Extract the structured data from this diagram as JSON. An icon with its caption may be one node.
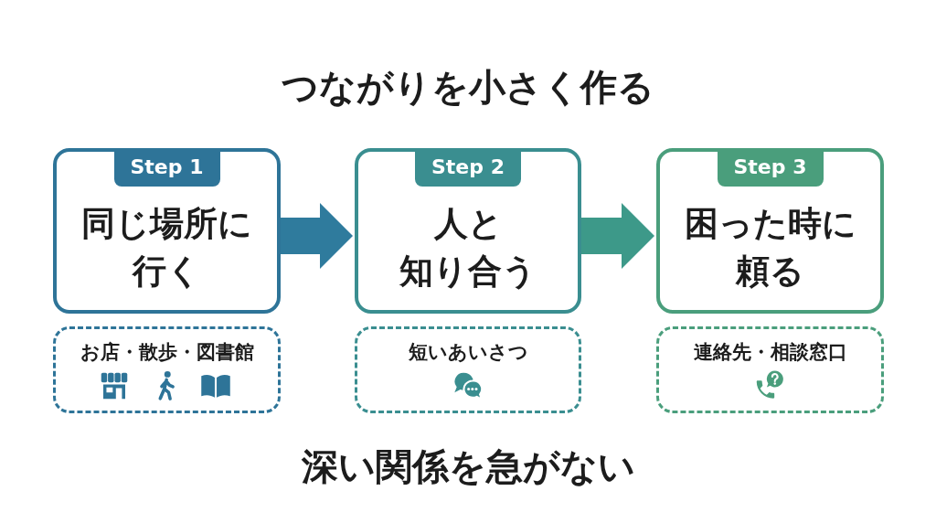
{
  "diagram": {
    "title": "つながりを小さく作る",
    "caption": "深い関係を急がない",
    "nodes": [
      {
        "text": [
          "Step 1",
          "同じ場所に行く"
        ]
      },
      {
        "text": [
          "Step 2",
          "人と知り合う"
        ]
      },
      {
        "text": [
          "Step 3",
          "困った時に頼る"
        ]
      },
      {
        "text": [
          "お店・散歩・図書館"
        ]
      },
      {
        "text": [
          "短いあいさつ"
        ]
      },
      {
        "text": [
          "連絡先・相談窓口"
        ]
      }
    ],
    "edges": [
      {
        "from": 0,
        "to": 1,
        "arrow": "to",
        "color": "#2f7b9d"
      },
      {
        "from": 1,
        "to": 2,
        "arrow": "to",
        "color": "#3d9989"
      }
    ]
  }
}
